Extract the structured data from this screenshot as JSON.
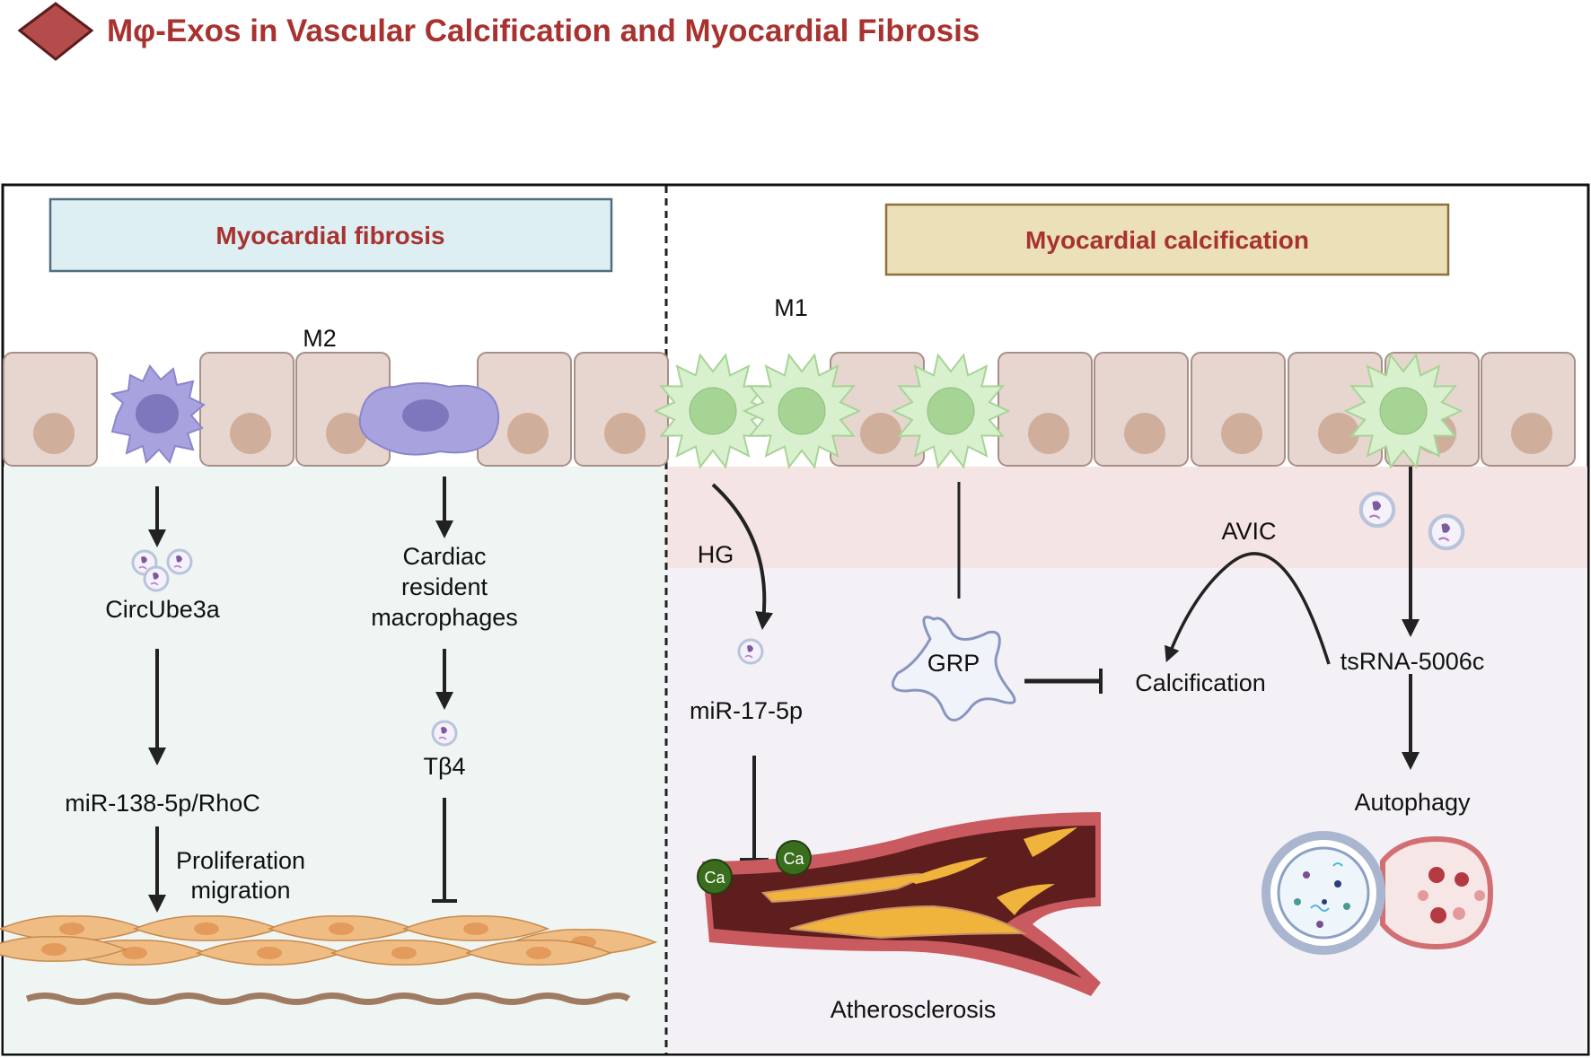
{
  "title": "Mφ-Exos in Vascular Calcification and Myocardial Fibrosis",
  "colors": {
    "title": "#a8322f",
    "left_header_fill": "#deeff4",
    "right_header_fill": "#ece0b8",
    "m2": "#9b97d6",
    "m1": "#c8e8bd"
  },
  "left_panel": {
    "header": "Myocardial fibrosis",
    "macrophage_label": "M2",
    "exosome_cargo": "CircUbe3a",
    "target": "miR-138-5p/RhoC",
    "effect_line1": "Proliferation",
    "effect_line2": "migration",
    "cell_type_line1": "Cardiac",
    "cell_type_line2": "resident",
    "cell_type_line3": "macrophages",
    "cargo2": "Tβ4"
  },
  "right_panel": {
    "header": "Myocardial calcification",
    "macrophage_label": "M1",
    "hg": "HG",
    "mirna": "miR-17-5p",
    "grp": "GRP",
    "calcification": "Calcification",
    "avic": "AVIC",
    "tsrna": "tsRNA-5006c",
    "autophagy": "Autophagy",
    "atherosclerosis": "Atherosclerosis",
    "calcium_label": "Ca"
  }
}
